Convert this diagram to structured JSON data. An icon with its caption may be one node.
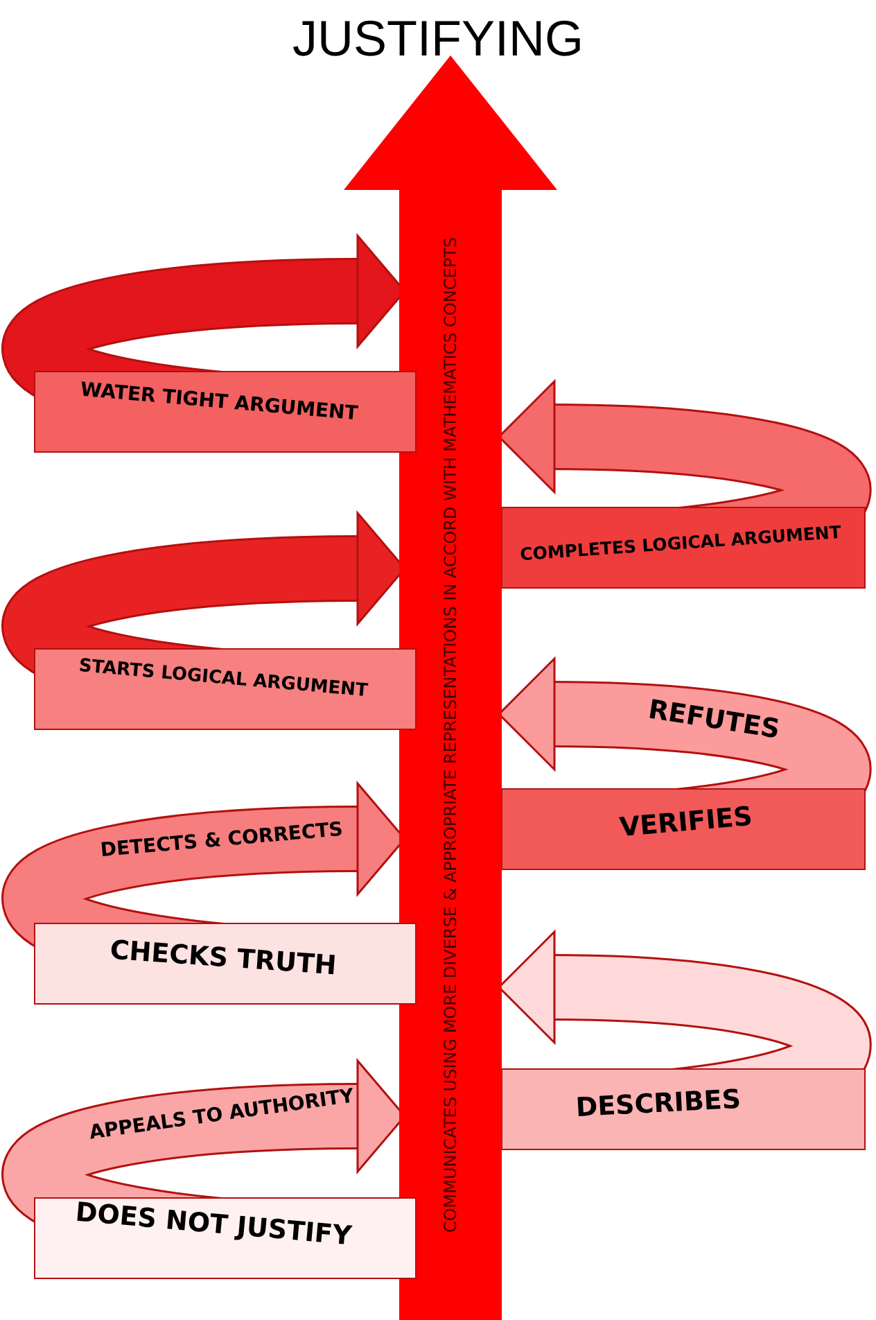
{
  "diagram": {
    "title": "JUSTIFYING",
    "nodes": [
      {
        "text": [
          "COMMUNICATES USING MORE DIVERSE & APPROPRIATE REPRESENTATIONS IN ACCORD WITH MATHEMATICS CONCEPTS"
        ]
      }
    ],
    "labels": [
      "WATER TIGHT ARGUMENT",
      "COMPLETES LOGICAL ARGUMENT",
      "STARTS LOGICAL ARGUMENT",
      "REFUTES",
      "DETECTS & CORRECTS",
      "VERIFIES",
      "CHECKS TRUTH",
      "DESCRIBES",
      "APPEALS TO AUTHORITY",
      "DOES NOT JUSTIFY"
    ]
  }
}
